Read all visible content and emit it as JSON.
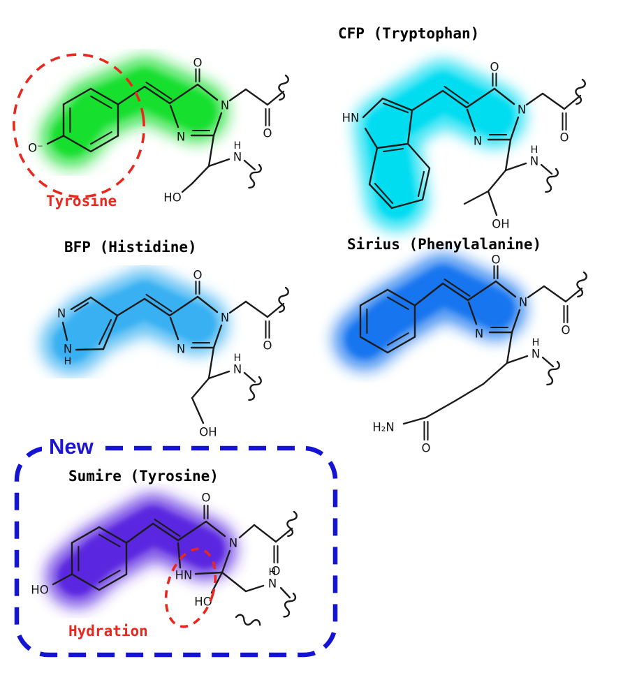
{
  "labels": {
    "cfp_title": "CFP (Tryptophan)",
    "bfp_title": "BFP (Histidine)",
    "sirius_title": "Sirius (Phenylalanine)",
    "sumire_title": "Sumire (Tyrosine)",
    "tyrosine": "Tyrosine",
    "hydration": "Hydration",
    "new": "New"
  },
  "colors": {
    "gfp_glow": "#12df2e",
    "cfp_glow": "#00dcf0",
    "bfp_glow": "#38b0f2",
    "sirius_glow": "#1674ef",
    "sumire_glow": "#5a28e0",
    "annotation_red": "#e8281e",
    "annotation_blue": "#1414d2"
  },
  "fragment": {
    "carbonyl_o": "O",
    "ring_n_right": "N",
    "ring_n_left": "N",
    "acyl_o": "O",
    "amide_h": "H",
    "amide_n": "N"
  },
  "gfp": {
    "phenolate_o": "O⁻",
    "serine_ho": "HO"
  },
  "cfp": {
    "indole_hn": "HN",
    "thr_oh": "OH"
  },
  "bfp": {
    "ring_n": "N",
    "ring_nh_n": "N",
    "ring_nh_h": "H",
    "ser_oh": "OH"
  },
  "sirius": {
    "h2n": "H₂N",
    "amide_o": "O"
  },
  "sumire": {
    "phenol_ho": "HO",
    "carbonyl_o": "O",
    "ring_n": "N",
    "ring_hn": "HN",
    "hydrate_ho": "HO",
    "acyl_o": "O",
    "amide_n": "N",
    "amide_h": "H"
  }
}
